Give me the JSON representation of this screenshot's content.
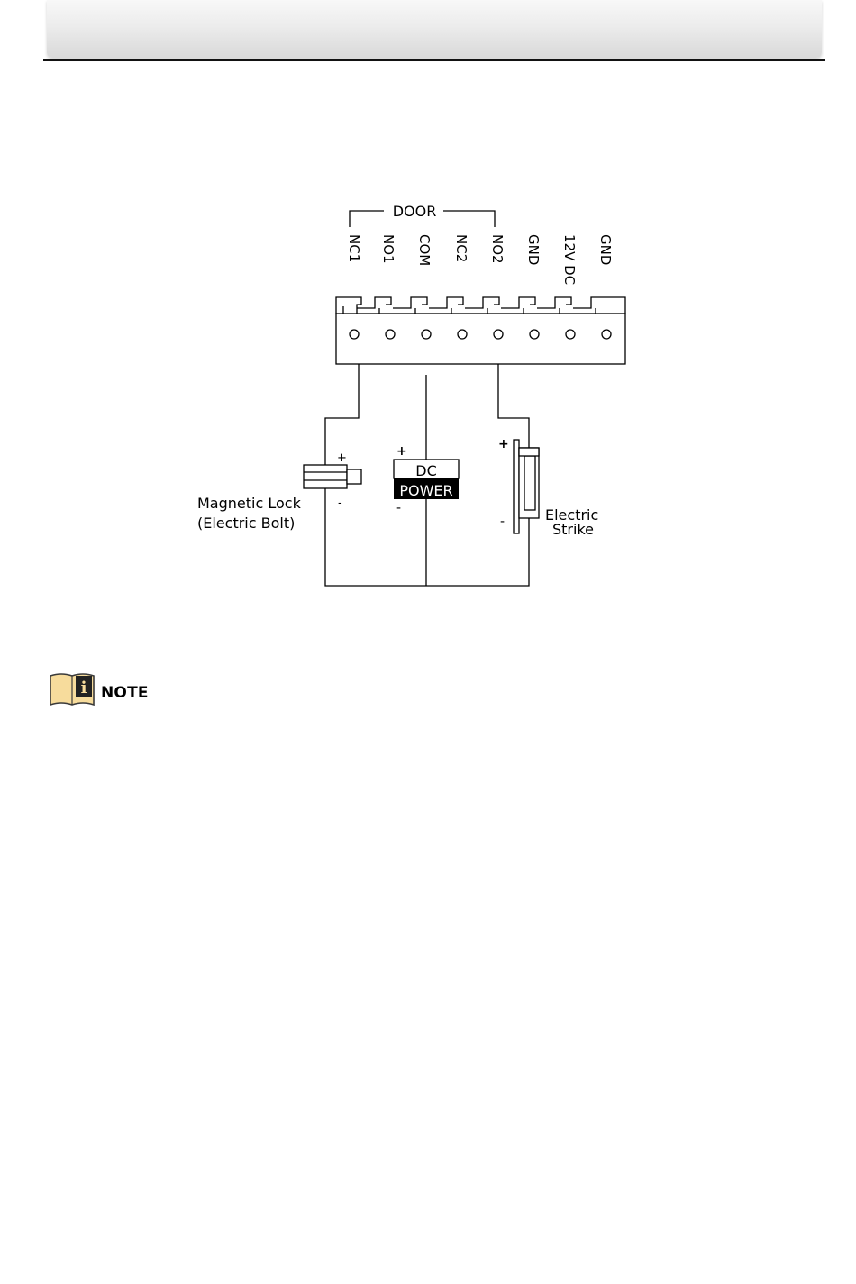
{
  "diagram": {
    "group_label": "DOOR",
    "terminals": [
      "NC1",
      "NO1",
      "COM",
      "NC2",
      "NO2",
      "GND",
      "12V DC",
      "GND"
    ],
    "magnetic_lock": {
      "label_line1": "Magnetic Lock",
      "label_line2": "(Electric Bolt)",
      "plus": "+",
      "minus": "-"
    },
    "dc_power": {
      "line1": "DC",
      "line2": "POWER",
      "plus": "+",
      "minus": "-"
    },
    "electric_strike": {
      "label_line1": "Electric",
      "label_line2": "Strike",
      "plus": "+",
      "minus": "-"
    }
  },
  "note": {
    "label": "NOTE",
    "icon": "info-book-icon",
    "icon_letter": "i",
    "icon_color": "#f7dc9c"
  }
}
